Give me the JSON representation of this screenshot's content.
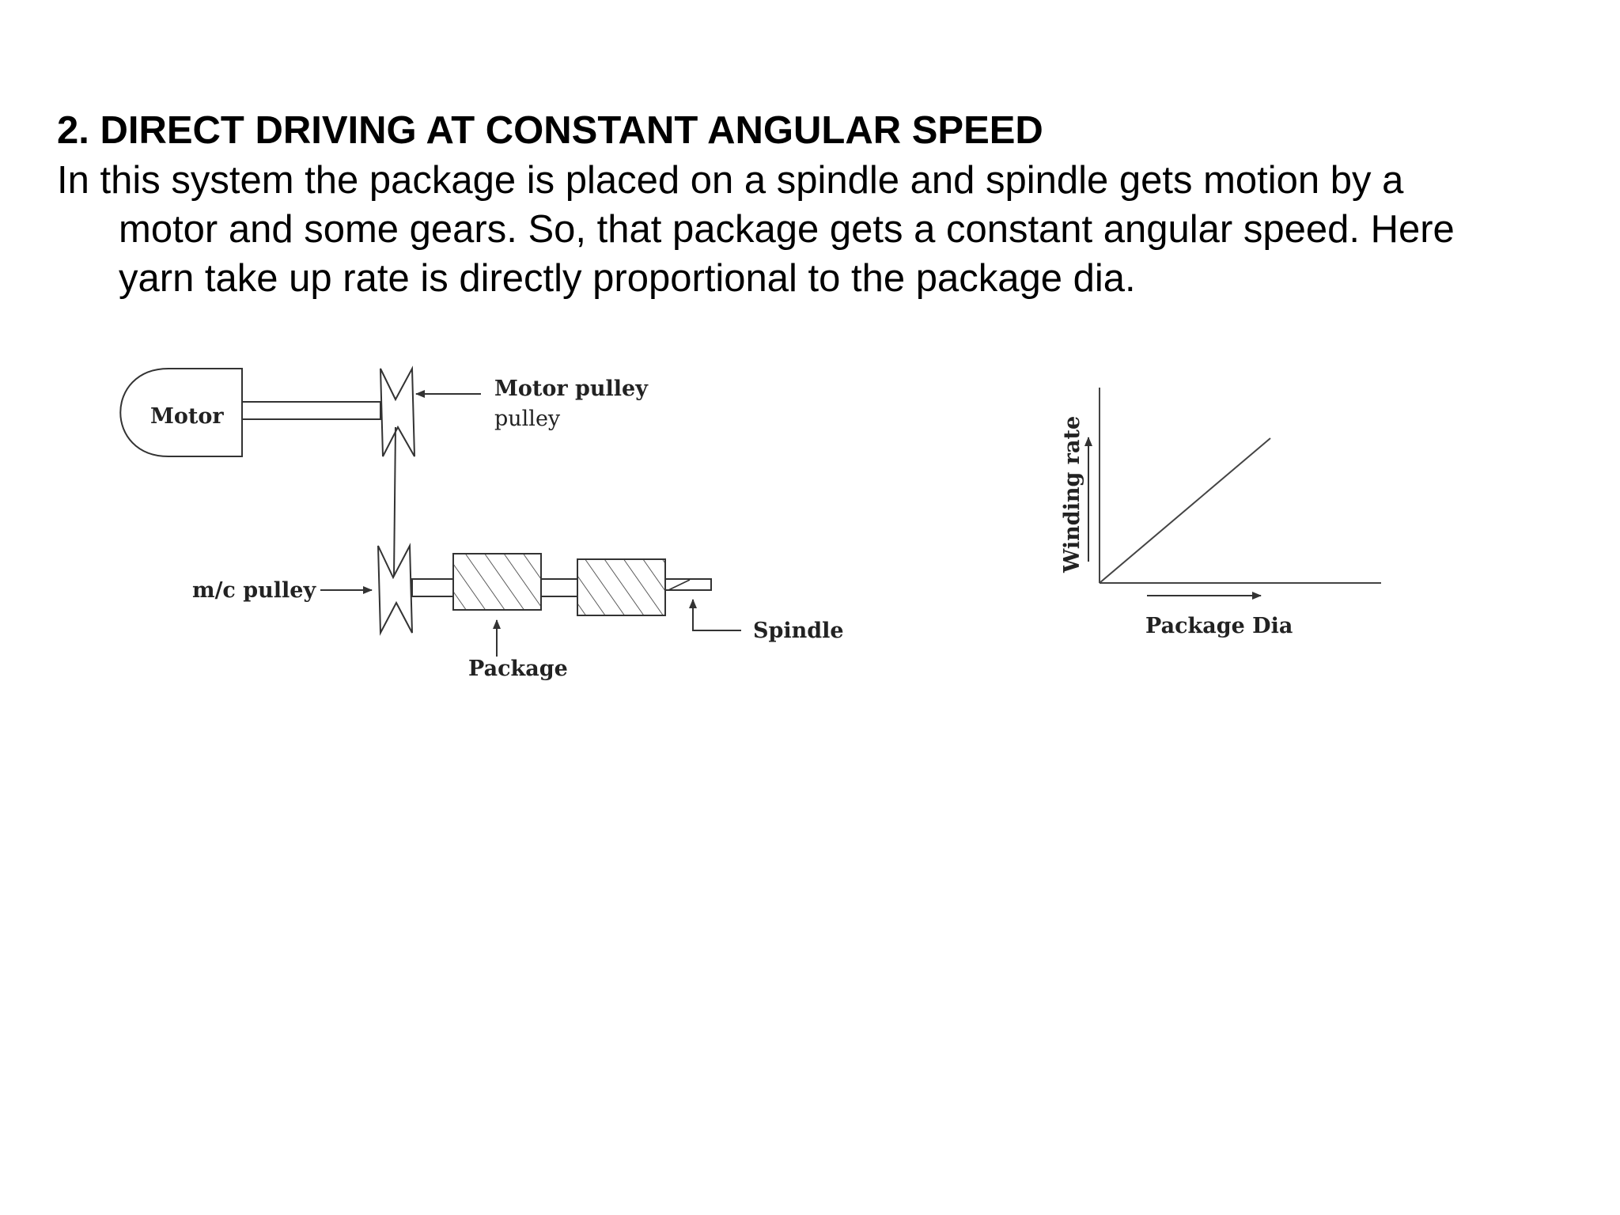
{
  "slide": {
    "title": "2. DIRECT DRIVING AT CONSTANT ANGULAR SPEED",
    "body_lines": [
      "In this system the package is placed on a spindle and spindle gets motion by a",
      "motor and some gears. So, that package gets a constant angular speed. Here",
      "yarn take up rate is directly proportional to the package dia."
    ]
  },
  "diagram": {
    "labels": {
      "motor": "Motor",
      "motor_pulley": "Motor pulley",
      "motor_pulley_second": "pulley",
      "mc_pulley": "m/c pulley",
      "package": "Package",
      "spindle": "Spindle"
    }
  },
  "graph": {
    "y_label": "Winding rate",
    "x_label": "Package Dia"
  },
  "colors": {
    "text": "#000000",
    "line": "#333333"
  }
}
